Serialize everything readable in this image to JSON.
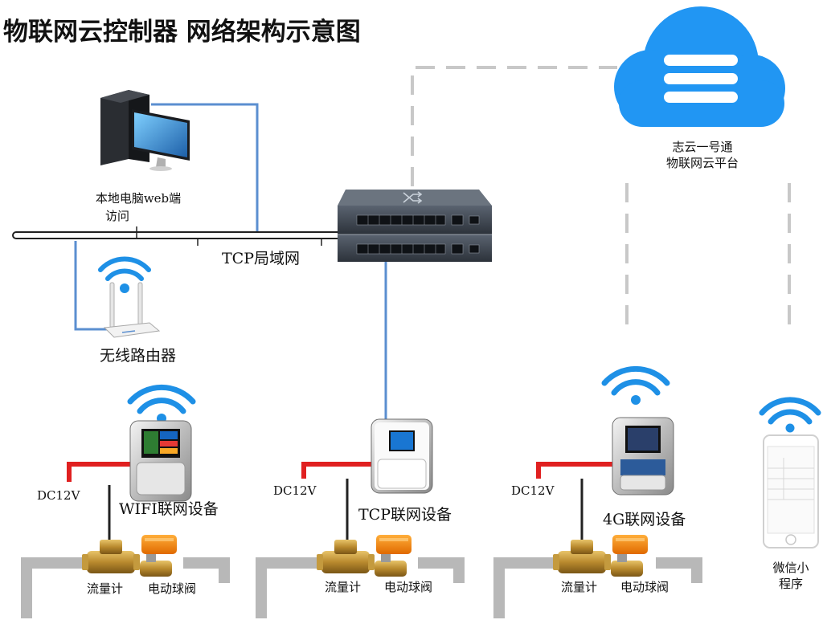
{
  "title": "物联网云控制器 网络架构示意图",
  "cloud": {
    "name_line1": "志云一号通",
    "name_line2": "物联网云平台",
    "color": "#2196F3"
  },
  "pc": {
    "label_line1": "本地电脑web端",
    "label_line2": "访问"
  },
  "lan": {
    "label": "TCP局域网"
  },
  "router": {
    "label": "无线路由器"
  },
  "wifi_device": {
    "label": "WIFI联网设备",
    "power": "DC12V",
    "flowmeter": "流量计",
    "valve": "电动球阀"
  },
  "tcp_device": {
    "label": "TCP联网设备",
    "power": "DC12V",
    "flowmeter": "流量计",
    "valve": "电动球阀"
  },
  "g4_device": {
    "label": "4G联网设备",
    "power": "DC12V",
    "flowmeter": "流量计",
    "valve": "电动球阀"
  },
  "miniprogram": {
    "label_line1": "微信小",
    "label_line2": "程序"
  },
  "colors": {
    "link_blue": "#5b8fd0",
    "dashed": "#c8c8c8",
    "power_red": "#e02020",
    "wifi_blue": "#1e90e6",
    "pipe": "#b8b8b8"
  }
}
